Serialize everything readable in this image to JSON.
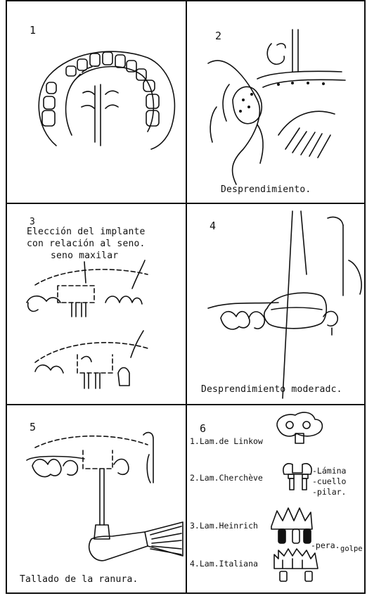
{
  "panels": [
    {
      "number": "1",
      "caption": ""
    },
    {
      "number": "2",
      "caption": "Desprendimiento."
    },
    {
      "number": "3",
      "title_line1": "Elección del implante",
      "title_line2": "con relación al seno.",
      "label_seno": "seno maxilar"
    },
    {
      "number": "4",
      "caption": "Desprendimiento moderadc."
    },
    {
      "number": "5",
      "caption": "Tallado de la ranura."
    },
    {
      "number": "6",
      "items": [
        "1.Lam.de Linkow",
        "2.Lam.Cherchève",
        "3.Lam.Heinrich",
        "4.Lam.Italiana"
      ],
      "part_labels": [
        "-Lámina",
        "-cuello",
        "-pilar.",
        "-pera.",
        "golpe"
      ]
    }
  ]
}
